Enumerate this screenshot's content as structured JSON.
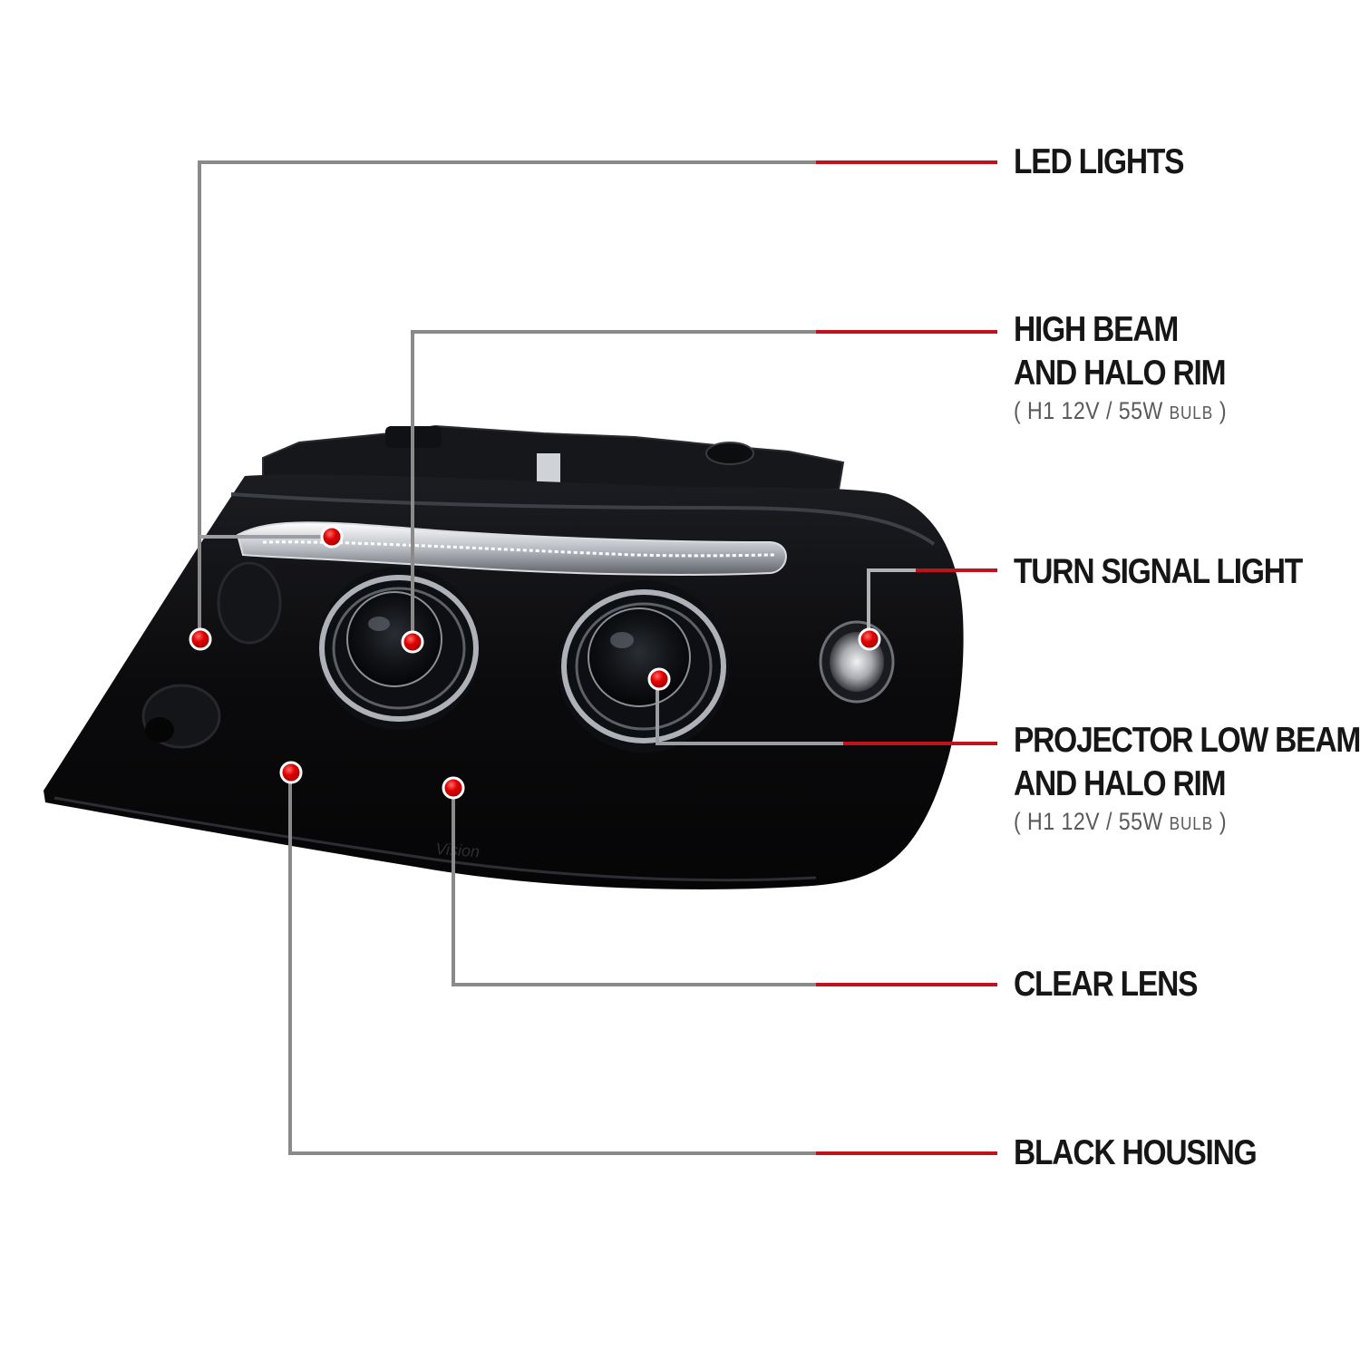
{
  "callouts": {
    "led_lights": {
      "title": "LED LIGHTS"
    },
    "high_beam": {
      "title_line1": "HIGH BEAM",
      "title_line2": "AND HALO RIM",
      "spec_open": "( ",
      "spec_main": "H1  12V / 55W ",
      "spec_bulb": "BULB",
      "spec_close": " )"
    },
    "turn_signal": {
      "title": "TURN SIGNAL LIGHT"
    },
    "projector_low_beam": {
      "title_line1": "PROJECTOR LOW BEAM",
      "title_line2": "AND HALO RIM",
      "spec_open": "( ",
      "spec_main": "H1  12V / 55W ",
      "spec_bulb": "BULB",
      "spec_close": " )"
    },
    "clear_lens": {
      "title": "CLEAR LENS"
    },
    "black_housing": {
      "title": "BLACK HOUSING"
    }
  },
  "colors": {
    "leader_line": "#8a8a8a",
    "leader_accent": "#c0121b",
    "marker_dot": "#e00000",
    "housing": "#0b0b0d"
  },
  "product": {
    "watermark_text": "Vision"
  }
}
